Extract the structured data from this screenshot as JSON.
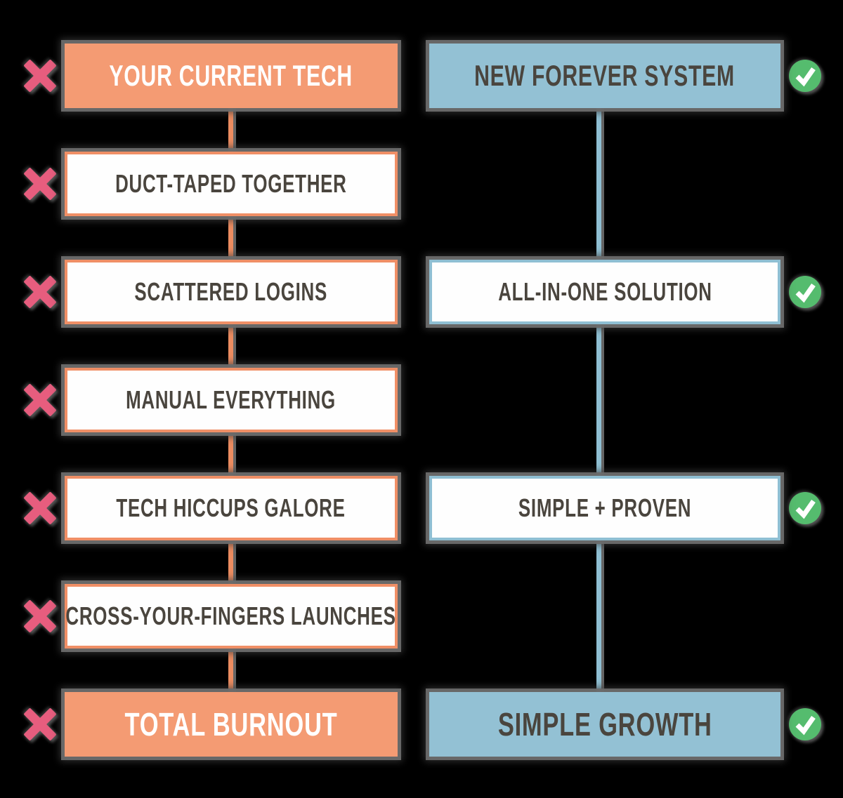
{
  "diagram": {
    "title": "tech comparison flow",
    "left_column": {
      "status_icon": "x-icon",
      "header": {
        "label": "YOUR CURRENT TECH"
      },
      "items": [
        {
          "label": "DUCT-TAPED TOGETHER"
        },
        {
          "label": "SCATTERED LOGINS"
        },
        {
          "label": "MANUAL EVERYTHING"
        },
        {
          "label": "TECH HICCUPS GALORE"
        },
        {
          "label": "CROSS-YOUR-FINGERS LAUNCHES"
        }
      ],
      "footer": {
        "label": "TOTAL BURNOUT"
      }
    },
    "right_column": {
      "status_icon": "check-icon",
      "header": {
        "label": "NEW FOREVER SYSTEM"
      },
      "items": [
        {
          "label": "ALL-IN-ONE SOLUTION"
        },
        {
          "label": "SIMPLE + PROVEN"
        }
      ],
      "footer": {
        "label": "SIMPLE GROWTH"
      }
    },
    "colors": {
      "orange_fill": "#F49B73",
      "orange_border": "#F08F66",
      "orange_line": "#EC8C60",
      "blue_fill": "#93C1D4",
      "blue_border": "#8FBFD3",
      "x_pink": "#E75D7E",
      "check_green": "#55BC6E",
      "dark_text": "#4A453E",
      "white_text": "#FFFFFF",
      "shadow_gray": "#6C6C6C",
      "background": "#000000"
    }
  }
}
